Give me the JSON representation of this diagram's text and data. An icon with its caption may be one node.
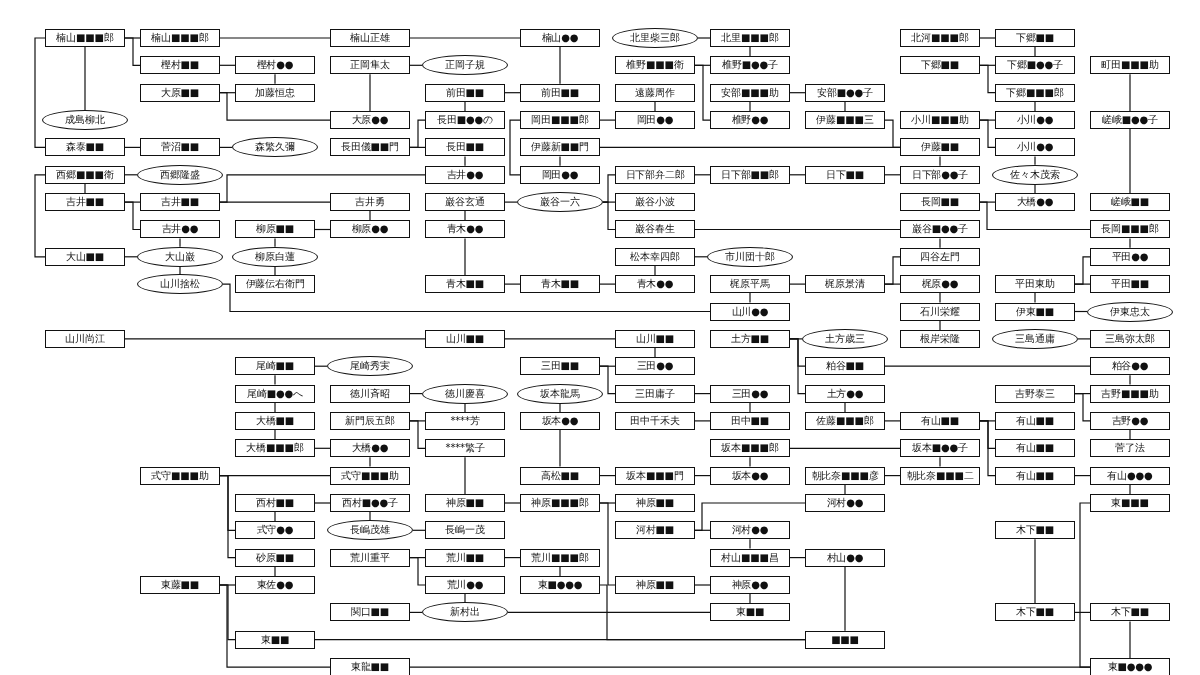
{
  "diagram": {
    "nodes": [
      {
        "text": [
          "楠山■■■郎"
        ]
      },
      {
        "text": [
          "楠山■■■郎"
        ]
      },
      {
        "text": [
          "楠山正雄"
        ]
      },
      {
        "text": [
          "楠山●●"
        ]
      },
      {
        "text": [
          "北里柴三郎"
        ]
      },
      {
        "text": [
          "北里■■■郎"
        ]
      },
      {
        "text": [
          "北河■■■郎"
        ]
      },
      {
        "text": [
          "下郷■■"
        ]
      },
      {
        "text": [
          "樫村■■"
        ]
      },
      {
        "text": [
          "樫村●●"
        ]
      },
      {
        "text": [
          "正岡隼太"
        ]
      },
      {
        "text": [
          "正岡子規"
        ]
      },
      {
        "text": [
          "椎野■■■衛"
        ]
      },
      {
        "text": [
          "椎野■●●子"
        ]
      },
      {
        "text": [
          "下郷■■"
        ]
      },
      {
        "text": [
          "下郷■●●子"
        ]
      },
      {
        "text": [
          "町田■■■助"
        ]
      },
      {
        "text": [
          "大原■■"
        ]
      },
      {
        "text": [
          "加藤恒忠"
        ]
      },
      {
        "text": [
          "前田■■"
        ]
      },
      {
        "text": [
          "前田■■"
        ]
      },
      {
        "text": [
          "遠藤周作"
        ]
      },
      {
        "text": [
          "安部■■■助"
        ]
      },
      {
        "text": [
          "安部■●●子"
        ]
      },
      {
        "text": [
          "下郷■■■郎"
        ]
      },
      {
        "text": [
          "成島柳北"
        ]
      },
      {
        "text": [
          "大原●●"
        ]
      },
      {
        "text": [
          "長田■●●の"
        ]
      },
      {
        "text": [
          "岡田■■■郎"
        ]
      },
      {
        "text": [
          "岡田●●"
        ]
      },
      {
        "text": [
          "椎野●●"
        ]
      },
      {
        "text": [
          "伊藤■■■三"
        ]
      },
      {
        "text": [
          "小川■■■助"
        ]
      },
      {
        "text": [
          "小川●●"
        ]
      },
      {
        "text": [
          "嵯峨■●●子"
        ]
      },
      {
        "text": [
          "森泰■■"
        ]
      },
      {
        "text": [
          "菅沼■■"
        ]
      },
      {
        "text": [
          "森繁久彌"
        ]
      },
      {
        "text": [
          "長田儀■■門"
        ]
      },
      {
        "text": [
          "長田■■"
        ]
      },
      {
        "text": [
          "伊藤新■■門"
        ]
      },
      {
        "text": [
          "伊藤■■"
        ]
      },
      {
        "text": [
          "小川●●"
        ]
      },
      {
        "text": [
          "西郷■■■衛"
        ]
      },
      {
        "text": [
          "西郷隆盛"
        ]
      },
      {
        "text": [
          "吉井●●"
        ]
      },
      {
        "text": [
          "岡田●●"
        ]
      },
      {
        "text": [
          "日下部弁二郎"
        ]
      },
      {
        "text": [
          "日下部■■郎"
        ]
      },
      {
        "text": [
          "日下■■"
        ]
      },
      {
        "text": [
          "日下部●●子"
        ]
      },
      {
        "text": [
          "佐々木茂索"
        ]
      },
      {
        "text": [
          "吉井■■"
        ]
      },
      {
        "text": [
          "吉井■■"
        ]
      },
      {
        "text": [
          "吉井勇"
        ]
      },
      {
        "text": [
          "巌谷玄通"
        ]
      },
      {
        "text": [
          "巌谷一六"
        ]
      },
      {
        "text": [
          "巌谷小波"
        ]
      },
      {
        "text": [
          "長岡■■"
        ]
      },
      {
        "text": [
          "大橋●●"
        ]
      },
      {
        "text": [
          "嵯峨■■"
        ]
      },
      {
        "text": [
          "吉井●●"
        ]
      },
      {
        "text": [
          "柳原■■"
        ]
      },
      {
        "text": [
          "柳原●●"
        ]
      },
      {
        "text": [
          "青木●●"
        ]
      },
      {
        "text": [
          "巌谷春生"
        ]
      },
      {
        "text": [
          "巌谷■●●子"
        ]
      },
      {
        "text": [
          "長岡■■■郎"
        ]
      },
      {
        "text": [
          "大山■■"
        ]
      },
      {
        "text": [
          "大山巌"
        ]
      },
      {
        "text": [
          "柳原白蓮"
        ]
      },
      {
        "text": [
          "松本幸四郎"
        ]
      },
      {
        "text": [
          "市川団十郎"
        ]
      },
      {
        "text": [
          "四谷左門"
        ]
      },
      {
        "text": [
          "平田●●"
        ]
      },
      {
        "text": [
          "山川捨松"
        ]
      },
      {
        "text": [
          "伊藤伝右衛門"
        ]
      },
      {
        "text": [
          "青木■■"
        ]
      },
      {
        "text": [
          "青木■■"
        ]
      },
      {
        "text": [
          "青木●●"
        ]
      },
      {
        "text": [
          "梶原平馬"
        ]
      },
      {
        "text": [
          "梶原景清"
        ]
      },
      {
        "text": [
          "梶原●●"
        ]
      },
      {
        "text": [
          "平田東助"
        ]
      },
      {
        "text": [
          "平田■■"
        ]
      },
      {
        "text": [
          "山川●●"
        ]
      },
      {
        "text": [
          "石川栄耀"
        ]
      },
      {
        "text": [
          "伊東■■"
        ]
      },
      {
        "text": [
          "伊東忠太"
        ]
      },
      {
        "text": [
          "山川尚江"
        ]
      },
      {
        "text": [
          "山川■■"
        ]
      },
      {
        "text": [
          "山川■■"
        ]
      },
      {
        "text": [
          "土方■■"
        ]
      },
      {
        "text": [
          "土方歳三"
        ]
      },
      {
        "text": [
          "根岸栄隆"
        ]
      },
      {
        "text": [
          "三島通庸"
        ]
      },
      {
        "text": [
          "三島弥太郎"
        ]
      },
      {
        "text": [
          "尾崎■■"
        ]
      },
      {
        "text": [
          "尾崎秀実"
        ]
      },
      {
        "text": [
          "三田■■"
        ]
      },
      {
        "text": [
          "三田●●"
        ]
      },
      {
        "text": [
          "粕谷■■"
        ]
      },
      {
        "text": [
          "粕谷●●"
        ]
      },
      {
        "text": [
          "尾崎■●●へ"
        ]
      },
      {
        "text": [
          "徳川斉昭"
        ]
      },
      {
        "text": [
          "徳川慶喜"
        ]
      },
      {
        "text": [
          "坂本龍馬"
        ]
      },
      {
        "text": [
          "三田庸子"
        ]
      },
      {
        "text": [
          "三田●●"
        ]
      },
      {
        "text": [
          "土方●●"
        ]
      },
      {
        "text": [
          "吉野泰三"
        ]
      },
      {
        "text": [
          "吉野■■■助"
        ]
      },
      {
        "text": [
          "大橋■■"
        ]
      },
      {
        "text": [
          "新門辰五郎"
        ]
      },
      {
        "text": [
          "****芳"
        ]
      },
      {
        "text": [
          "坂本●●"
        ]
      },
      {
        "text": [
          "田中千禾夫"
        ]
      },
      {
        "text": [
          "田中■■"
        ]
      },
      {
        "text": [
          "佐藤■■■郎"
        ]
      },
      {
        "text": [
          "有山■■"
        ]
      },
      {
        "text": [
          "有山■■"
        ]
      },
      {
        "text": [
          "吉野●●"
        ]
      },
      {
        "text": [
          "大橋■■■郎"
        ]
      },
      {
        "text": [
          "大橋●●"
        ]
      },
      {
        "text": [
          "****繁子"
        ]
      },
      {
        "text": [
          "坂本■■■郎"
        ]
      },
      {
        "text": [
          "坂本■●●子"
        ]
      },
      {
        "text": [
          "有山■■"
        ]
      },
      {
        "text": [
          "菅了法"
        ]
      },
      {
        "text": [
          "式守■■■助"
        ]
      },
      {
        "text": [
          "式守■■■助"
        ]
      },
      {
        "text": [
          "高松■■"
        ]
      },
      {
        "text": [
          "坂本■■■門"
        ]
      },
      {
        "text": [
          "坂本●●"
        ]
      },
      {
        "text": [
          "朝比奈■■■彦"
        ]
      },
      {
        "text": [
          "朝比奈■■■二"
        ]
      },
      {
        "text": [
          "有山■■"
        ]
      },
      {
        "text": [
          "有山●●●"
        ]
      },
      {
        "text": [
          "西村■■"
        ]
      },
      {
        "text": [
          "西村■●●子"
        ]
      },
      {
        "text": [
          "神原■■"
        ]
      },
      {
        "text": [
          "神原■■■郎"
        ]
      },
      {
        "text": [
          "神原■■"
        ]
      },
      {
        "text": [
          "河村●●"
        ]
      },
      {
        "text": [
          "東■■■"
        ]
      },
      {
        "text": [
          "式守●●"
        ]
      },
      {
        "text": [
          "長嶋茂雄"
        ]
      },
      {
        "text": [
          "長嶋一茂"
        ]
      },
      {
        "text": [
          "河村■■"
        ]
      },
      {
        "text": [
          "河村●●"
        ]
      },
      {
        "text": [
          "木下■■"
        ]
      },
      {
        "text": [
          "砂原■■"
        ]
      },
      {
        "text": [
          "荒川重平"
        ]
      },
      {
        "text": [
          "荒川■■"
        ]
      },
      {
        "text": [
          "荒川■■■郎"
        ]
      },
      {
        "text": [
          "村山■■■昌"
        ]
      },
      {
        "text": [
          "村山●●"
        ]
      },
      {
        "text": [
          "東藤■■"
        ]
      },
      {
        "text": [
          "東佐●●"
        ]
      },
      {
        "text": [
          "荒川●●"
        ]
      },
      {
        "text": [
          "東■●●●"
        ]
      },
      {
        "text": [
          "神原■■"
        ]
      },
      {
        "text": [
          "神原●●"
        ]
      },
      {
        "text": [
          "関口■■"
        ]
      },
      {
        "text": [
          "新村出"
        ]
      },
      {
        "text": [
          "東■■"
        ]
      },
      {
        "text": [
          "木下■■"
        ]
      },
      {
        "text": [
          "木下■■"
        ]
      },
      {
        "text": [
          "東■■"
        ]
      },
      {
        "text": [
          "■■■"
        ]
      },
      {
        "text": [
          "東龍■■"
        ]
      },
      {
        "text": [
          "東■●●●"
        ]
      }
    ],
    "edges": [
      {
        "from": 0,
        "to": 1,
        "arrow": "none"
      },
      {
        "from": 0,
        "to": 8,
        "arrow": "none"
      },
      {
        "from": 0,
        "to": 25,
        "arrow": "none"
      },
      {
        "from": 0,
        "to": 35,
        "arrow": "none"
      },
      {
        "from": 1,
        "to": 2,
        "arrow": "none"
      },
      {
        "from": 2,
        "to": 3,
        "arrow": "none"
      },
      {
        "from": 3,
        "to": 20,
        "arrow": "none"
      },
      {
        "from": 20,
        "to": 19,
        "arrow": "none"
      },
      {
        "from": 19,
        "to": 27,
        "arrow": "none"
      },
      {
        "from": 38,
        "to": 27,
        "arrow": "none"
      },
      {
        "from": 38,
        "to": 39,
        "arrow": "none"
      },
      {
        "from": 39,
        "to": 45,
        "arrow": "none"
      },
      {
        "from": 53,
        "to": 45,
        "arrow": "none"
      },
      {
        "from": 53,
        "to": 54,
        "arrow": "none"
      },
      {
        "from": 54,
        "to": 63,
        "arrow": "none"
      },
      {
        "from": 63,
        "to": 62,
        "arrow": "none"
      },
      {
        "from": 62,
        "to": 70,
        "arrow": "none"
      },
      {
        "from": 70,
        "to": 76,
        "arrow": "none"
      },
      {
        "from": 8,
        "to": 9,
        "arrow": "none"
      },
      {
        "from": 9,
        "to": 18,
        "arrow": "none"
      },
      {
        "from": 17,
        "to": 18,
        "arrow": "none"
      },
      {
        "from": 17,
        "to": 26,
        "arrow": "none"
      },
      {
        "from": 10,
        "to": 26,
        "arrow": "none"
      },
      {
        "from": 10,
        "to": 11,
        "arrow": "none"
      },
      {
        "from": 35,
        "to": 36,
        "arrow": "none"
      },
      {
        "from": 36,
        "to": 37,
        "arrow": "none"
      },
      {
        "from": 4,
        "to": 5,
        "arrow": "none"
      },
      {
        "from": 5,
        "to": 13,
        "arrow": "none"
      },
      {
        "from": 12,
        "to": 13,
        "arrow": "none"
      },
      {
        "from": 12,
        "to": 30,
        "arrow": "none"
      },
      {
        "from": 22,
        "to": 30,
        "arrow": "none"
      },
      {
        "from": 22,
        "to": 23,
        "arrow": "none"
      },
      {
        "from": 23,
        "to": 31,
        "arrow": "none"
      },
      {
        "from": 31,
        "to": 41,
        "arrow": "none"
      },
      {
        "from": 40,
        "to": 41,
        "arrow": "none"
      },
      {
        "from": 41,
        "to": 50,
        "arrow": "none"
      },
      {
        "from": 49,
        "to": 50,
        "arrow": "none"
      },
      {
        "from": 48,
        "to": 49,
        "arrow": "none"
      },
      {
        "from": 47,
        "to": 48,
        "arrow": "none"
      },
      {
        "from": 21,
        "to": 29,
        "arrow": "none"
      },
      {
        "from": 28,
        "to": 29,
        "arrow": "none"
      },
      {
        "from": 28,
        "to": 46,
        "arrow": "none"
      },
      {
        "from": 40,
        "to": 46,
        "arrow": "none"
      },
      {
        "from": 55,
        "to": 56,
        "arrow": "none"
      },
      {
        "from": 56,
        "to": 47,
        "arrow": "none"
      },
      {
        "from": 56,
        "to": 57,
        "arrow": "none"
      },
      {
        "from": 56,
        "to": 65,
        "arrow": "none"
      },
      {
        "from": 55,
        "to": 64,
        "arrow": "none"
      },
      {
        "from": 64,
        "to": 77,
        "arrow": "none"
      },
      {
        "from": 77,
        "to": 78,
        "arrow": "none"
      },
      {
        "from": 78,
        "to": 79,
        "arrow": "none"
      },
      {
        "from": 71,
        "to": 79,
        "arrow": "none"
      },
      {
        "from": 71,
        "to": 72,
        "arrow": "none"
      },
      {
        "from": 65,
        "to": 66,
        "arrow": "none"
      },
      {
        "from": 66,
        "to": 73,
        "arrow": "none"
      },
      {
        "from": 81,
        "to": 73,
        "arrow": "none"
      },
      {
        "from": 81,
        "to": 82,
        "arrow": "none"
      },
      {
        "from": 80,
        "to": 81,
        "arrow": "none"
      },
      {
        "from": 80,
        "to": 85,
        "arrow": "none"
      },
      {
        "from": 82,
        "to": 86,
        "arrow": "none"
      },
      {
        "from": 86,
        "to": 94,
        "arrow": "none"
      },
      {
        "from": 6,
        "to": 7,
        "arrow": "none"
      },
      {
        "from": 7,
        "to": 15,
        "arrow": "none"
      },
      {
        "from": 14,
        "to": 15,
        "arrow": "none"
      },
      {
        "from": 14,
        "to": 24,
        "arrow": "none"
      },
      {
        "from": 24,
        "to": 33,
        "arrow": "none"
      },
      {
        "from": 32,
        "to": 33,
        "arrow": "none"
      },
      {
        "from": 32,
        "to": 42,
        "arrow": "none"
      },
      {
        "from": 42,
        "to": 51,
        "arrow": "none"
      },
      {
        "from": 51,
        "to": 59,
        "arrow": "none"
      },
      {
        "from": 58,
        "to": 59,
        "arrow": "none"
      },
      {
        "from": 58,
        "to": 67,
        "arrow": "none"
      },
      {
        "from": 67,
        "to": 74,
        "arrow": "none"
      },
      {
        "from": 83,
        "to": 74,
        "arrow": "none"
      },
      {
        "from": 83,
        "to": 84,
        "arrow": "none"
      },
      {
        "from": 83,
        "to": 87,
        "arrow": "none"
      },
      {
        "from": 87,
        "to": 88,
        "arrow": "none"
      },
      {
        "from": 16,
        "to": 34,
        "arrow": "none"
      },
      {
        "from": 34,
        "to": 60,
        "arrow": "none"
      },
      {
        "from": 95,
        "to": 96,
        "arrow": "none"
      },
      {
        "from": 43,
        "to": 44,
        "arrow": "none"
      },
      {
        "from": 43,
        "to": 52,
        "arrow": "none"
      },
      {
        "from": 43,
        "to": 68,
        "arrow": "none"
      },
      {
        "from": 52,
        "to": 53,
        "arrow": "none"
      },
      {
        "from": 52,
        "to": 61,
        "arrow": "none"
      },
      {
        "from": 61,
        "to": 69,
        "arrow": "none"
      },
      {
        "from": 68,
        "to": 69,
        "arrow": "none"
      },
      {
        "from": 69,
        "to": 75,
        "arrow": "none"
      },
      {
        "from": 75,
        "to": 85,
        "arrow": "none"
      },
      {
        "from": 89,
        "to": 90,
        "arrow": "none"
      },
      {
        "from": 90,
        "to": 91,
        "arrow": "none"
      },
      {
        "from": 91,
        "to": 100,
        "arrow": "none"
      },
      {
        "from": 157,
        "to": 158,
        "arrow": "none"
      },
      {
        "from": 157,
        "to": 168,
        "arrow": "none"
      },
      {
        "from": 157,
        "to": 170,
        "arrow": "none"
      },
      {
        "from": 151,
        "to": 158,
        "arrow": "none"
      },
      {
        "from": 129,
        "to": 130,
        "arrow": "none"
      },
      {
        "from": 129,
        "to": 145,
        "arrow": "none"
      },
      {
        "from": 129,
        "to": 151,
        "arrow": "none"
      },
      {
        "from": 138,
        "to": 145,
        "arrow": "none"
      },
      {
        "from": 138,
        "to": 139,
        "arrow": "none"
      },
      {
        "from": 139,
        "to": 146,
        "arrow": "none"
      },
      {
        "from": 146,
        "to": 147,
        "arrow": "none"
      },
      {
        "from": 130,
        "to": 123,
        "arrow": "none"
      },
      {
        "from": 122,
        "to": 123,
        "arrow": "none"
      },
      {
        "from": 112,
        "to": 122,
        "arrow": "none"
      },
      {
        "from": 103,
        "to": 112,
        "arrow": "none"
      },
      {
        "from": 97,
        "to": 103,
        "arrow": "none"
      },
      {
        "from": 97,
        "to": 98,
        "arrow": "none"
      },
      {
        "from": 104,
        "to": 105,
        "arrow": "none"
      },
      {
        "from": 105,
        "to": 114,
        "arrow": "none"
      },
      {
        "from": 113,
        "to": 114,
        "arrow": "none"
      },
      {
        "from": 113,
        "to": 124,
        "arrow": "none"
      },
      {
        "from": 124,
        "to": 140,
        "arrow": "none"
      },
      {
        "from": 140,
        "to": 141,
        "arrow": "none"
      },
      {
        "from": 141,
        "to": 142,
        "arrow": "none"
      },
      {
        "from": 141,
        "to": 161,
        "arrow": "none"
      },
      {
        "from": 161,
        "to": 162,
        "arrow": "none"
      },
      {
        "from": 162,
        "to": 165,
        "arrow": "none"
      },
      {
        "from": 148,
        "to": 143,
        "arrow": "none"
      },
      {
        "from": 148,
        "to": 149,
        "arrow": "none"
      },
      {
        "from": 149,
        "to": 155,
        "arrow": "none"
      },
      {
        "from": 155,
        "to": 156,
        "arrow": "none"
      },
      {
        "from": 156,
        "to": 169,
        "arrow": "none"
      },
      {
        "from": 134,
        "to": 135,
        "arrow": "none"
      },
      {
        "from": 134,
        "to": 143,
        "arrow": "none"
      },
      {
        "from": 135,
        "to": 126,
        "arrow": "none"
      },
      {
        "from": 125,
        "to": 126,
        "arrow": "none"
      },
      {
        "from": 125,
        "to": 133,
        "arrow": "none"
      },
      {
        "from": 132,
        "to": 133,
        "arrow": "none"
      },
      {
        "from": 131,
        "to": 132,
        "arrow": "none"
      },
      {
        "from": 115,
        "to": 131,
        "arrow": "none"
      },
      {
        "from": 106,
        "to": 115,
        "arrow": "none"
      },
      {
        "from": 99,
        "to": 100,
        "arrow": "none"
      },
      {
        "from": 99,
        "to": 107,
        "arrow": "none"
      },
      {
        "from": 107,
        "to": 108,
        "arrow": "none"
      },
      {
        "from": 108,
        "to": 117,
        "arrow": "none"
      },
      {
        "from": 116,
        "to": 117,
        "arrow": "none"
      },
      {
        "from": 152,
        "to": 153,
        "arrow": "none"
      },
      {
        "from": 152,
        "to": 159,
        "arrow": "none"
      },
      {
        "from": 153,
        "to": 154,
        "arrow": "none"
      },
      {
        "from": 154,
        "to": 160,
        "arrow": "none"
      },
      {
        "from": 159,
        "to": 164,
        "arrow": "none"
      },
      {
        "from": 163,
        "to": 164,
        "arrow": "none"
      },
      {
        "from": 164,
        "to": 165,
        "arrow": "none"
      },
      {
        "from": 168,
        "to": 169,
        "arrow": "none"
      },
      {
        "from": 160,
        "to": 169,
        "arrow": "none"
      },
      {
        "from": 170,
        "to": 171,
        "arrow": "none"
      },
      {
        "from": 144,
        "to": 171,
        "arrow": "none"
      },
      {
        "from": 92,
        "to": 93,
        "arrow": "none"
      },
      {
        "from": 92,
        "to": 101,
        "arrow": "none"
      },
      {
        "from": 92,
        "to": 109,
        "arrow": "none"
      },
      {
        "from": 101,
        "to": 102,
        "arrow": "none"
      },
      {
        "from": 102,
        "to": 111,
        "arrow": "none"
      },
      {
        "from": 110,
        "to": 111,
        "arrow": "none"
      },
      {
        "from": 110,
        "to": 121,
        "arrow": "none"
      },
      {
        "from": 121,
        "to": 128,
        "arrow": "none"
      },
      {
        "from": 109,
        "to": 118,
        "arrow": "none"
      },
      {
        "from": 118,
        "to": 119,
        "arrow": "none"
      },
      {
        "from": 119,
        "to": 120,
        "arrow": "none"
      },
      {
        "from": 119,
        "to": 127,
        "arrow": "none"
      },
      {
        "from": 119,
        "to": 136,
        "arrow": "none"
      },
      {
        "from": 136,
        "to": 137,
        "arrow": "none"
      },
      {
        "from": 137,
        "to": 144,
        "arrow": "none"
      },
      {
        "from": 150,
        "to": 166,
        "arrow": "none"
      },
      {
        "from": 166,
        "to": 167,
        "arrow": "none"
      },
      {
        "from": 167,
        "to": 171,
        "arrow": "none"
      }
    ]
  }
}
